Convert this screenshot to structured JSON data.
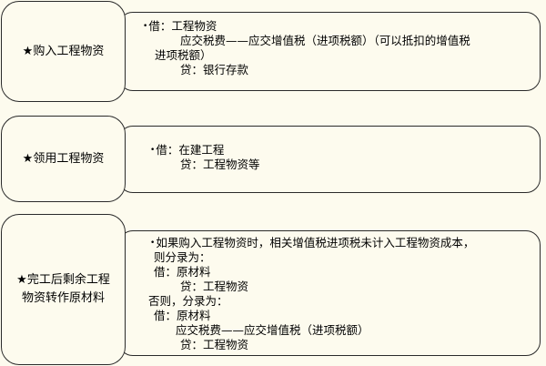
{
  "rows": [
    {
      "label": "★购入工程物资",
      "lines": [
        {
          "bullet": "•",
          "text": "借：工程物资"
        },
        {
          "text": "应交税费——应交增值税（进项税额）（可以抵扣的增值税"
        },
        {
          "text": "进项税额）"
        },
        {
          "text": "贷：银行存款"
        }
      ]
    },
    {
      "label": "★领用工程物资",
      "lines": [
        {
          "bullet": "•",
          "text": "借：在建工程"
        },
        {
          "text": "贷：工程物资等"
        }
      ]
    },
    {
      "label_line1": "★完工后剩余工程",
      "label_line2": "物资转作原材料",
      "lines": [
        {
          "bullet": "•",
          "text": "如果购入工程物资时，相关增值税进项税未计入工程物资成本，"
        },
        {
          "text": "则分录为："
        },
        {
          "text": "借：原材料"
        },
        {
          "text": "贷：工程物资"
        },
        {
          "text": "否则，分录为："
        },
        {
          "text": "借：原材料"
        },
        {
          "text": "应交税费——应交增值税（进项税额）"
        },
        {
          "text": "贷：工程物资"
        }
      ]
    }
  ]
}
